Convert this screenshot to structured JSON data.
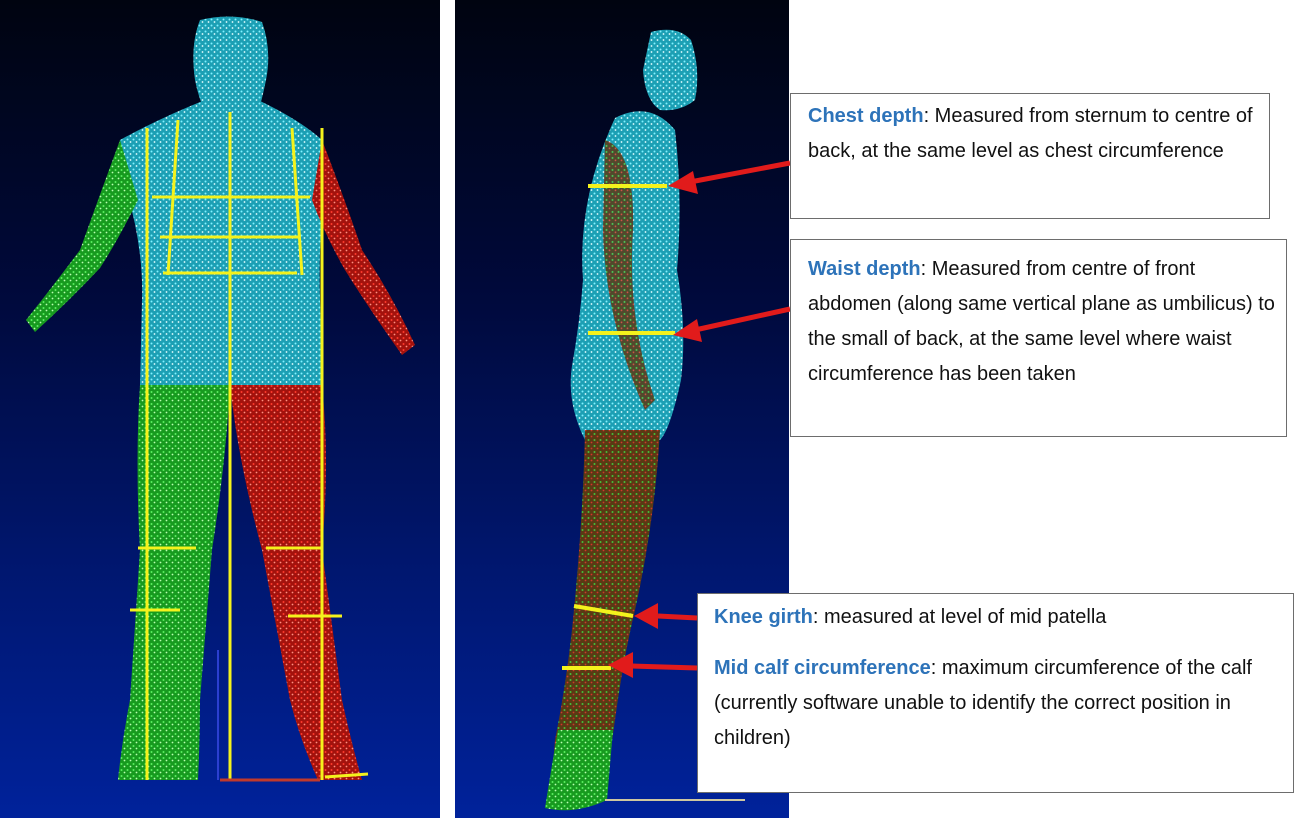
{
  "colors": {
    "background": "#00093a",
    "torso": "#2fd6e8",
    "left_side": "#27d62a",
    "right_side": "#e21a12",
    "measure_line": "#f4f21c",
    "arrow": "#e11b1b",
    "term": "#2d73b9"
  },
  "callouts": {
    "chest": {
      "term": "Chest depth",
      "text": ": Measured from sternum to centre of back, at the same level as chest circumference"
    },
    "waist": {
      "term": "Waist depth",
      "text": ": Measured from centre of front abdomen (along same vertical plane as umbilicus) to the small of back, at the same level where waist circumference has been taken"
    },
    "knee": {
      "term": "Knee girth",
      "text": ": measured at level of mid patella"
    },
    "calf": {
      "term": "Mid calf circumference",
      "text": ": maximum circumference of the calf (currently software unable to identify the correct position in children)"
    }
  }
}
